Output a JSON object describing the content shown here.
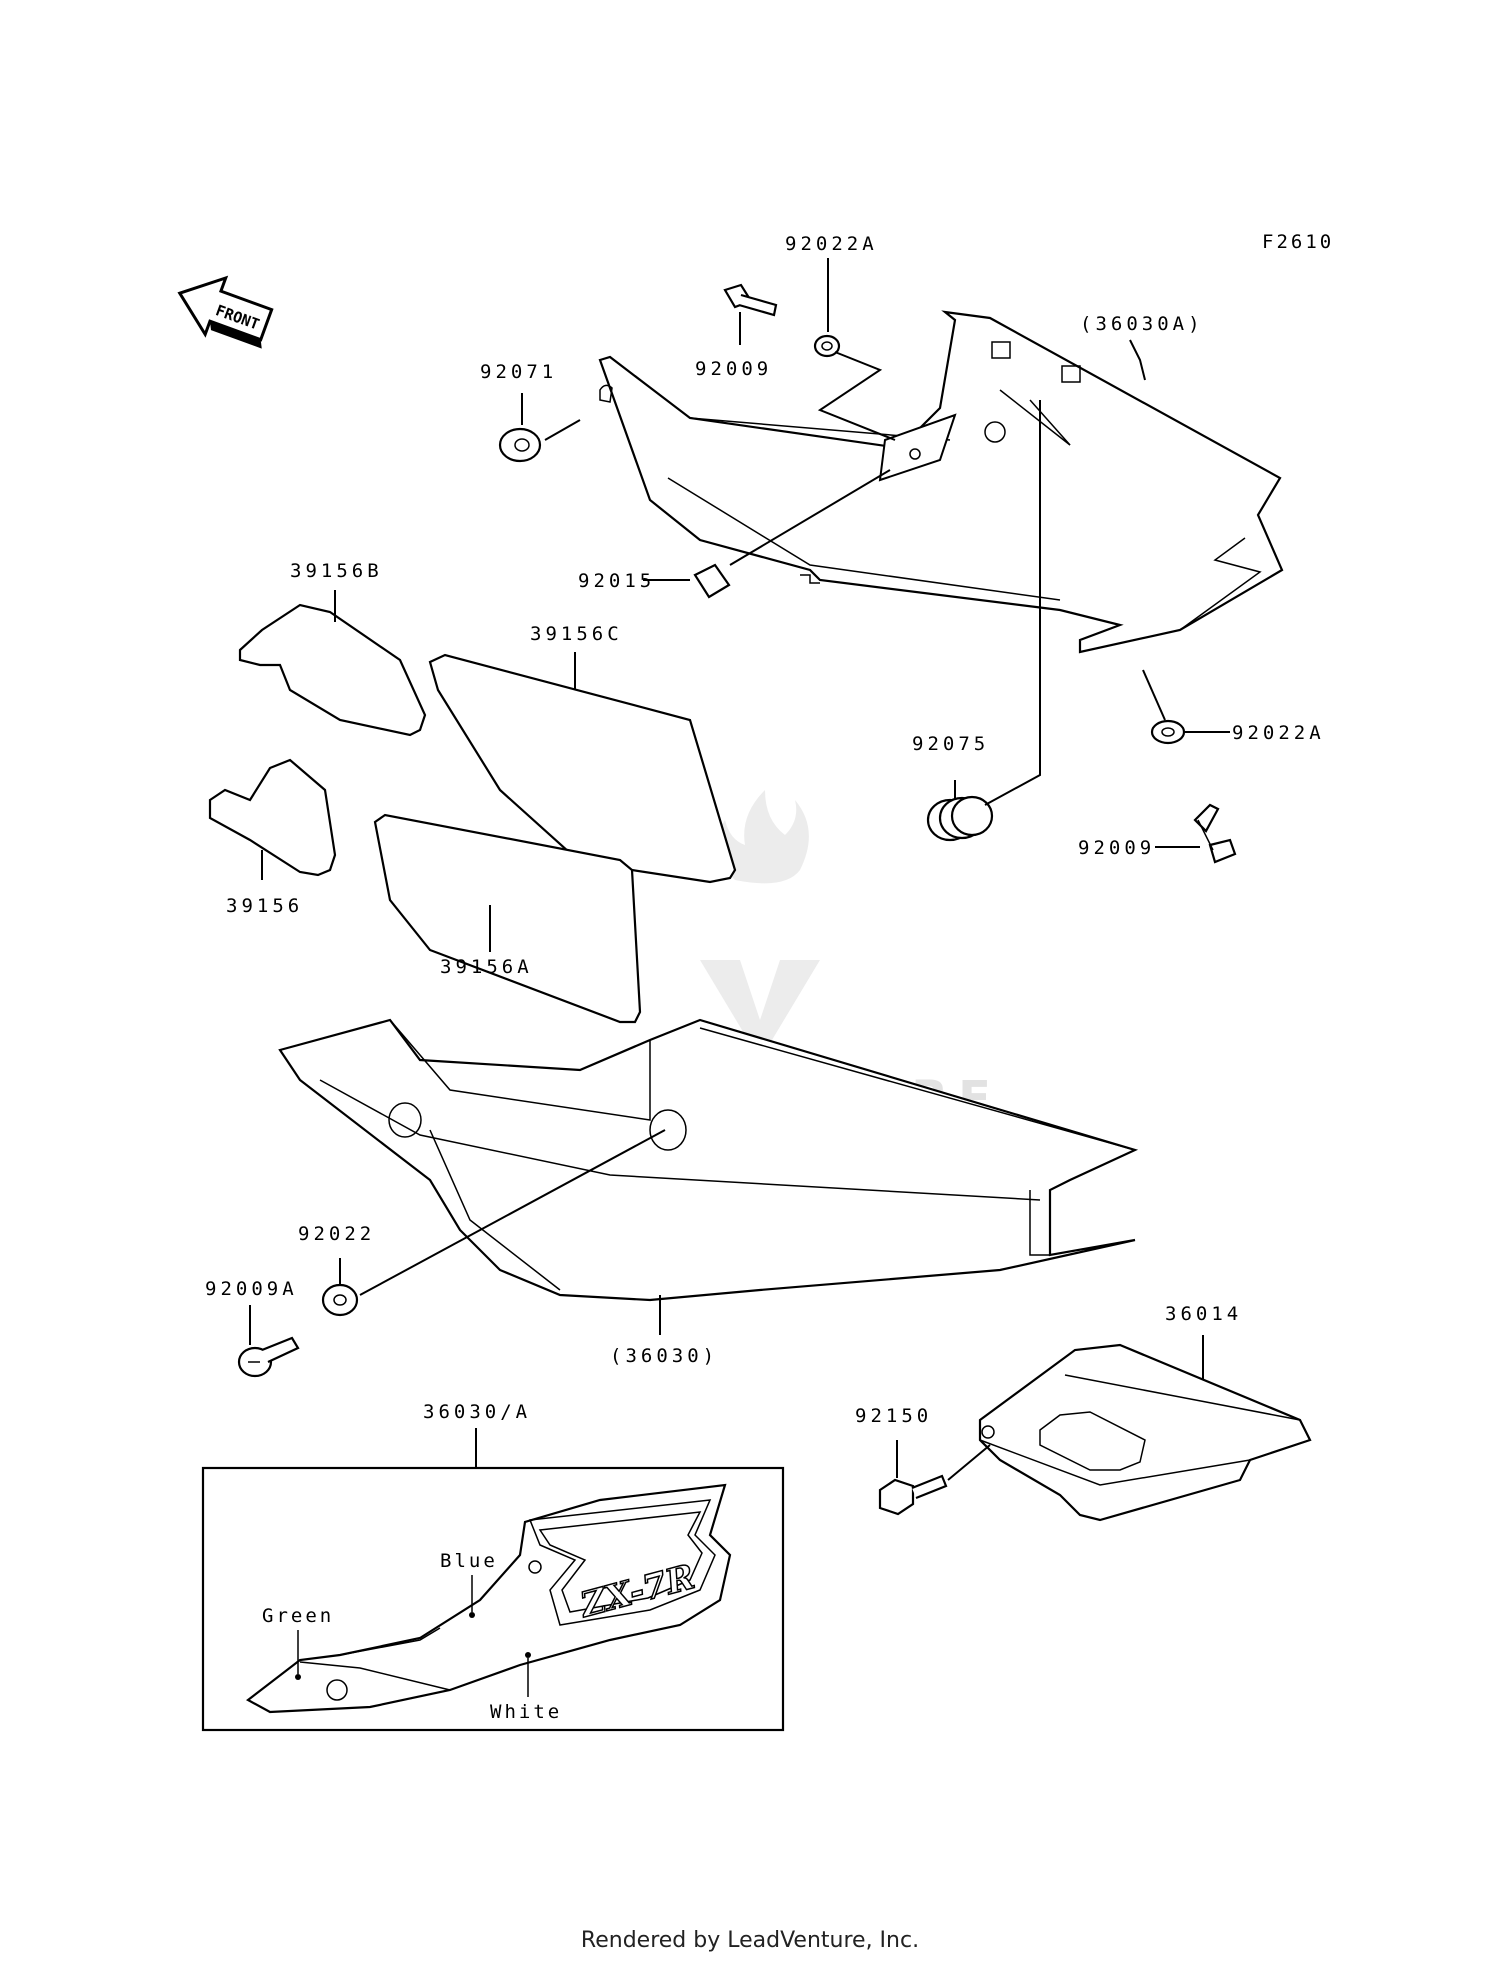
{
  "figure_code": "F2610",
  "front_arrow_label": "FRONT",
  "watermark_text": "LEADVENTURE",
  "footer_text": "Rendered by LeadVenture, Inc.",
  "inset": {
    "title": "36030/A",
    "model_text": "ZX-7R",
    "colors": {
      "blue": "Blue",
      "green": "Green",
      "white": "White"
    }
  },
  "parts": {
    "p92022A_top": "92022A",
    "p92009_top": "92009",
    "p36030A": "(36030A)",
    "p92071": "92071",
    "p92015": "92015",
    "p39156B": "39156B",
    "p39156C": "39156C",
    "p39156": "39156",
    "p39156A": "39156A",
    "p92075": "92075",
    "p92022A_right": "92022A",
    "p92009_right": "92009",
    "p92022": "92022",
    "p92009A": "92009A",
    "p36030": "(36030)",
    "p36014": "36014",
    "p92150": "92150"
  }
}
